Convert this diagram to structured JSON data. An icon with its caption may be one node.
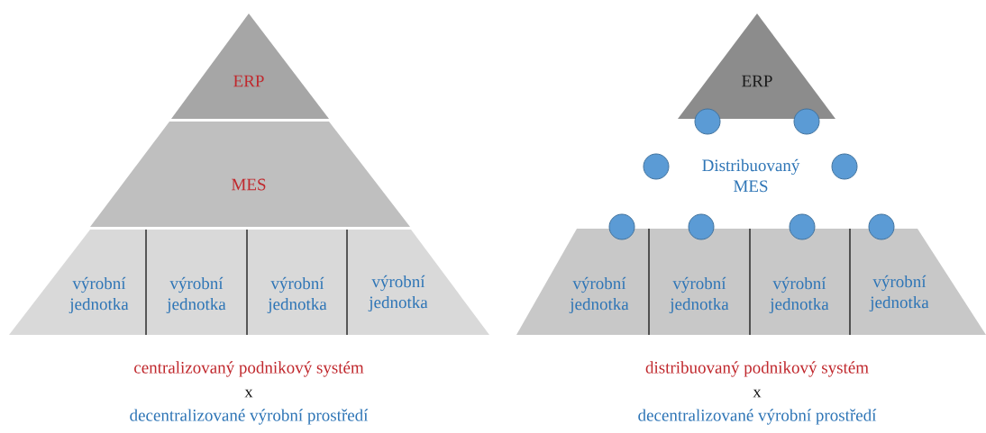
{
  "diagram": {
    "nodes": [
      {
        "text": [
          "ERP"
        ]
      },
      {
        "text": [
          "MES"
        ]
      },
      {
        "text": [
          "výrobní jednotka"
        ]
      },
      {
        "text": [
          "výrobní jednotka"
        ]
      },
      {
        "text": [
          "výrobní jednotka"
        ]
      },
      {
        "text": [
          "výrobní jednotka"
        ]
      },
      {
        "text": [
          "ERP"
        ]
      },
      {
        "text": [
          "Distribuovaný MES"
        ]
      },
      {
        "text": [
          "výrobní jednotka"
        ]
      },
      {
        "text": [
          "výrobní jednotka"
        ]
      },
      {
        "text": [
          "výrobní jednotka"
        ]
      },
      {
        "text": [
          "výrobní jednotka"
        ]
      },
      {
        "text": [],
        "shape": "circle"
      },
      {
        "text": [],
        "shape": "circle"
      },
      {
        "text": [],
        "shape": "circle"
      },
      {
        "text": [],
        "shape": "circle"
      },
      {
        "text": [],
        "shape": "circle"
      },
      {
        "text": [],
        "shape": "circle"
      },
      {
        "text": [],
        "shape": "circle"
      },
      {
        "text": [],
        "shape": "circle"
      }
    ],
    "labels": [
      "centralizovaný podnikový systém",
      "x",
      "decentralizované výrobní prostředí",
      "distribuovaný podnikový systém",
      "x",
      "decentralizované výrobní prostředí"
    ]
  }
}
